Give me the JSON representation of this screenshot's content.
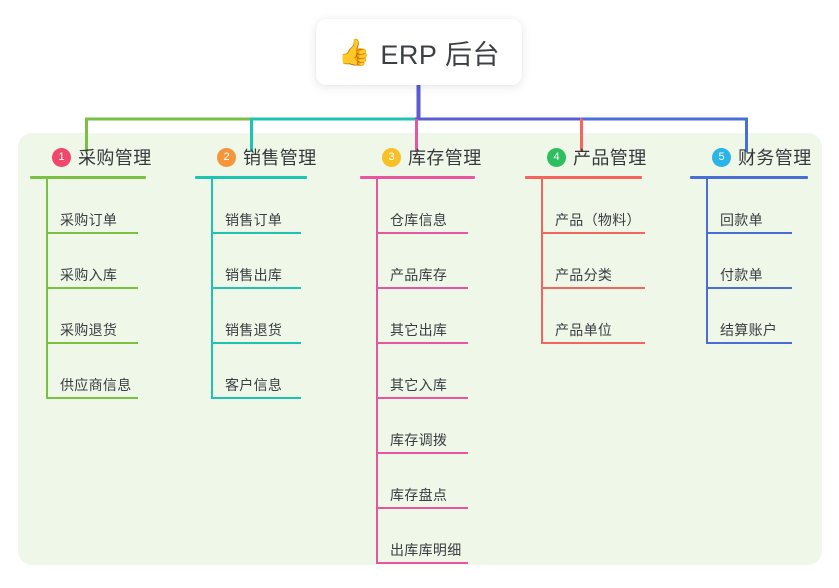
{
  "title": {
    "emoji": "👍",
    "emoji_name": "thumbs-up-icon",
    "text": "ERP 后台"
  },
  "theme": {
    "panel_bg": "#eff7e9",
    "page_bg": "#ffffff",
    "card_bg": "#ffffff",
    "title_color": "#3c4043",
    "stem_color": "#5b5bd6"
  },
  "columns": [
    {
      "number": "1",
      "title": "采购管理",
      "badge_color": "#f0486b",
      "line_color": "#7ac143",
      "drop_color": "#7ac143",
      "items": [
        "采购订单",
        "采购入库",
        "采购退货",
        "供应商信息"
      ]
    },
    {
      "number": "2",
      "title": "销售管理",
      "badge_color": "#f5953c",
      "line_color": "#1ec4b0",
      "drop_color": "#1ec4b0",
      "items": [
        "销售订单",
        "销售出库",
        "销售退货",
        "客户信息"
      ]
    },
    {
      "number": "3",
      "title": "库存管理",
      "badge_color": "#f7c026",
      "line_color": "#e8569f",
      "drop_color": "#e8569f",
      "items": [
        "仓库信息",
        "产品库存",
        "其它出库",
        "其它入库",
        "库存调拨",
        "库存盘点",
        "出库库明细"
      ]
    },
    {
      "number": "4",
      "title": "产品管理",
      "badge_color": "#2dbe5f",
      "line_color": "#f4655c",
      "drop_color": "#f4655c",
      "items": [
        "产品（物料）",
        "产品分类",
        "产品单位"
      ]
    },
    {
      "number": "5",
      "title": "财务管理",
      "badge_color": "#2bb4e8",
      "line_color": "#4a6fd4",
      "drop_color": "#4a6fd4",
      "items": [
        "回款单",
        "付款单",
        "结算账户"
      ]
    }
  ]
}
